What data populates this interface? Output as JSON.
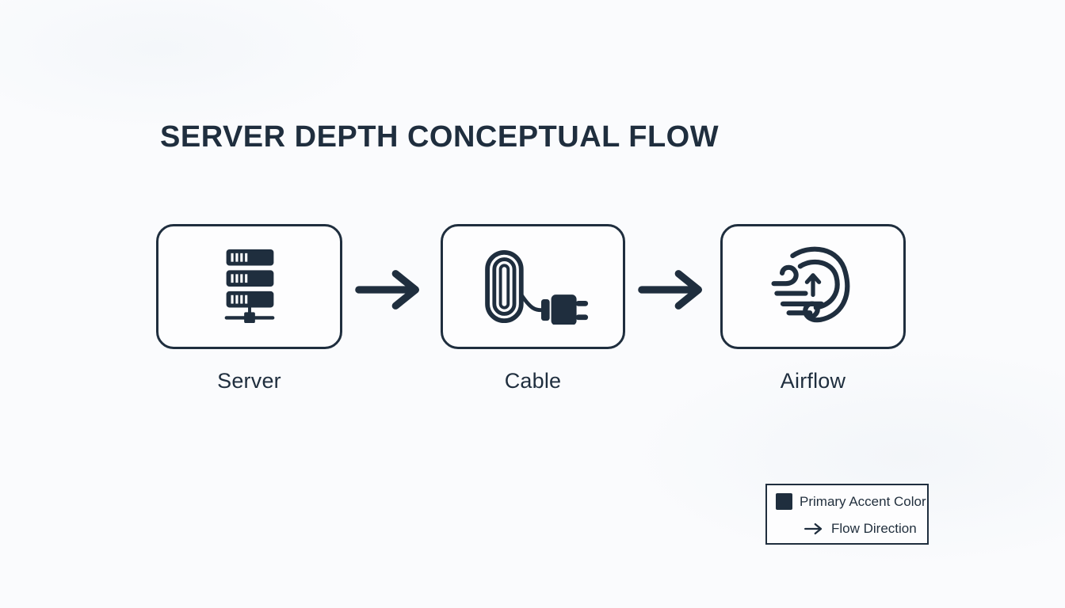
{
  "meta": {
    "accent_color": "#1f2e3e",
    "background_color": "#fafbfd"
  },
  "title": "SERVER DEPTH CONCEPTUAL FLOW",
  "flow": {
    "nodes": [
      {
        "label": "Server",
        "icon": "server-rack-icon"
      },
      {
        "label": "Cable",
        "icon": "cable-plug-icon"
      },
      {
        "label": "Airflow",
        "icon": "wind-swirl-icon"
      }
    ],
    "connector": "right-arrow"
  },
  "legend": {
    "accent_label": "Primary Accent Color",
    "flow_label": "Flow Direction"
  }
}
